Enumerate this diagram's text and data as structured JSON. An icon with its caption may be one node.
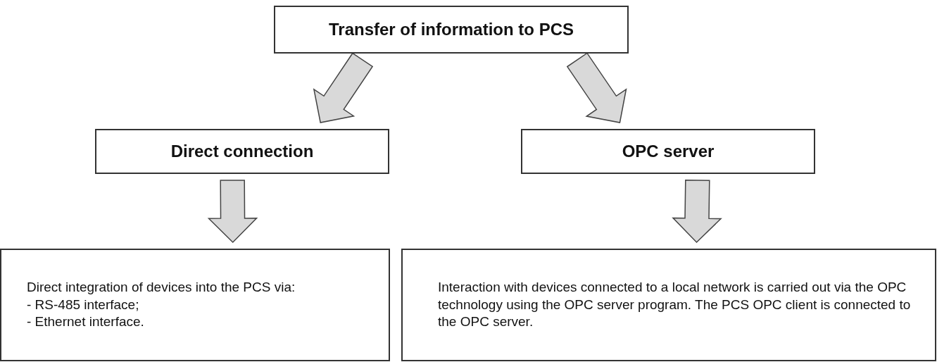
{
  "diagram": {
    "nodes": [
      {
        "text": [
          "Transfer of information to PCS"
        ]
      },
      {
        "text": [
          "Direct connection"
        ]
      },
      {
        "text": [
          "OPC server"
        ]
      },
      {
        "text": [
          "Direct integration of devices into the PCS via:",
          "- RS-485 interface;",
          "- Ethernet interface."
        ]
      },
      {
        "text": [
          "Interaction with devices connected to a local network is carried out via the OPC technology using the OPC server program. The PCS OPC client is connected to the OPC server."
        ]
      }
    ],
    "edges": [
      {
        "from": 0,
        "to": 1,
        "arrow": "to"
      },
      {
        "from": 0,
        "to": 2,
        "arrow": "to"
      },
      {
        "from": 1,
        "to": 3,
        "arrow": "to"
      },
      {
        "from": 2,
        "to": 4,
        "arrow": "to"
      }
    ]
  }
}
